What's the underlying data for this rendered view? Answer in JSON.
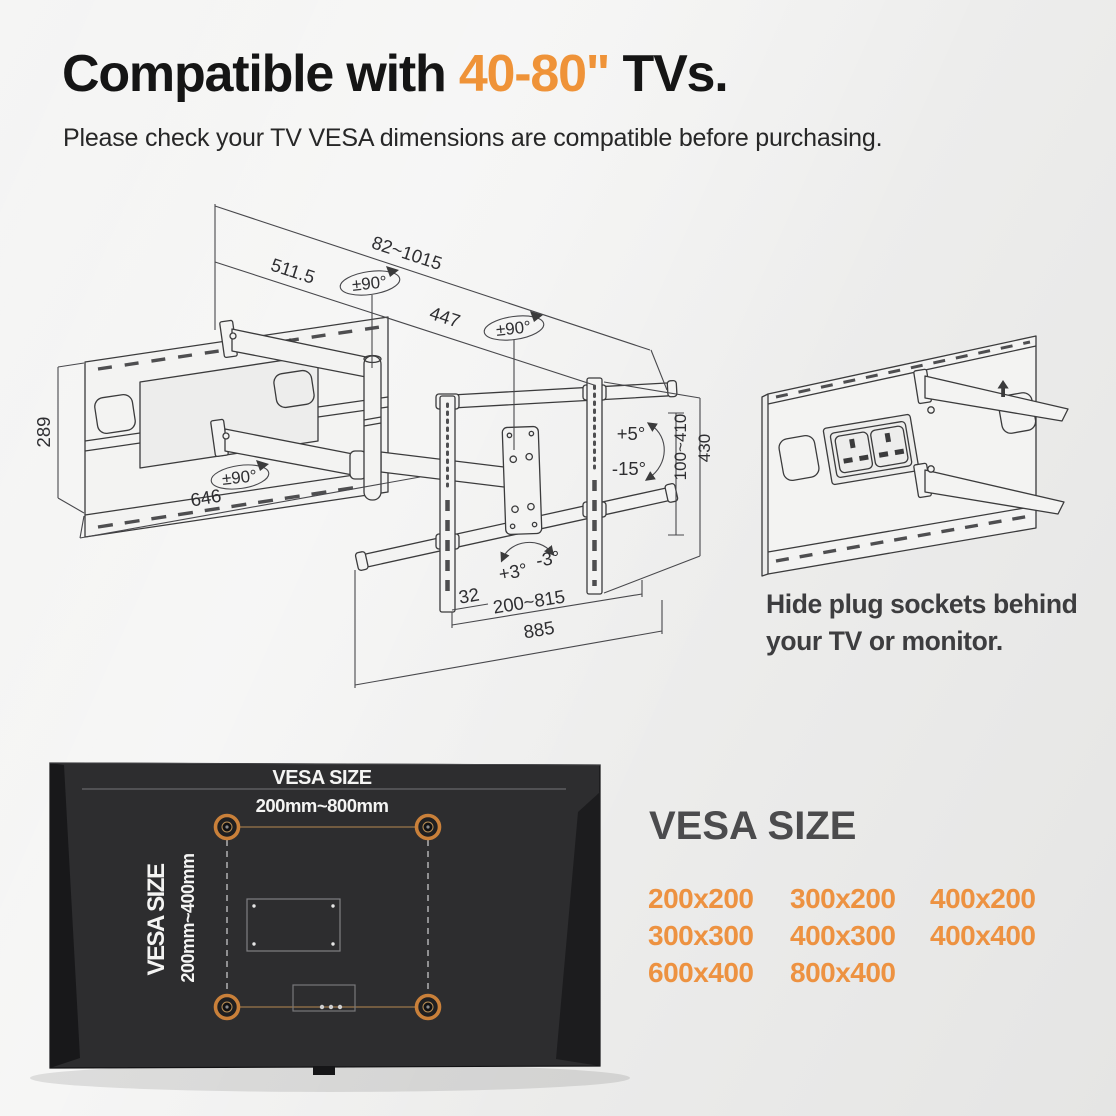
{
  "title": {
    "prefix": "Compatible with ",
    "highlight": "40-80\"",
    "suffix": " TVs."
  },
  "subtitle": "Please check your TV VESA dimensions are compatible before purchasing.",
  "diagram": {
    "extension_range": "82~1015",
    "arm_length_1": "511.5",
    "arm_length_2": "447",
    "swivel": "±90°",
    "plate_height": "289",
    "plate_width": "646",
    "height_adjustment": "100~410",
    "bracket_height": "430",
    "tilt_up": "+5°",
    "tilt_down": "-15°",
    "level_plus": "+3°",
    "level_minus": "-3°",
    "rail_offset": "32",
    "crossbar_range": "200~815",
    "crossbar_length": "885"
  },
  "socket_note": {
    "line1": "Hide plug sockets behind",
    "line2": "your TV or monitor."
  },
  "tv_back": {
    "top_label": "VESA SIZE",
    "top_range": "200mm~800mm",
    "side_label": "VESA SIZE",
    "side_range": "200mm~400mm"
  },
  "vesa_panel": {
    "heading": "VESA SIZE",
    "sizes": [
      "200x200",
      "300x200",
      "400x200",
      "300x300",
      "400x300",
      "400x400",
      "600x400",
      "800x400"
    ]
  },
  "colors": {
    "accent_orange": "#EF9338",
    "vesa_list_orange": "#ED9241",
    "ring_orange": "#C9803A",
    "line_ink": "#3B3B3C",
    "tv_body": "#2D2D2F"
  },
  "icons": {
    "arrow_up": "↑",
    "rotation_arrow": "curved-arrow"
  }
}
